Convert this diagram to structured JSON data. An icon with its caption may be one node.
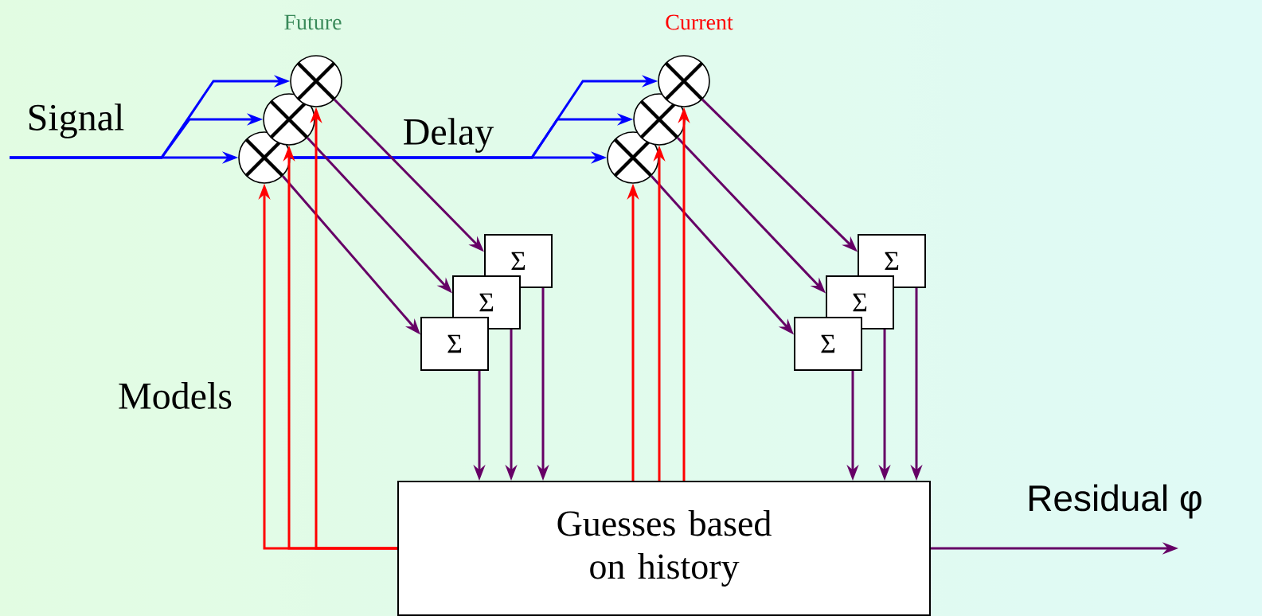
{
  "diagram": {
    "nodes": [
      {
        "text": [],
        "shape": "circle"
      },
      {
        "text": [],
        "shape": "circle"
      },
      {
        "text": [],
        "shape": "circle"
      },
      {
        "text": [],
        "shape": "circle"
      },
      {
        "text": [],
        "shape": "circle"
      },
      {
        "text": [],
        "shape": "circle"
      },
      {
        "text": [
          "Σ"
        ]
      },
      {
        "text": [
          "Σ"
        ]
      },
      {
        "text": [
          "Σ"
        ]
      },
      {
        "text": [
          "Σ"
        ]
      },
      {
        "text": [
          "Σ"
        ]
      },
      {
        "text": [
          "Σ"
        ]
      },
      {
        "text": [
          "Guesses based on history"
        ]
      }
    ],
    "edges": [
      {
        "from": null,
        "to": 2,
        "arrow": "to",
        "color": "#0000ff"
      },
      {
        "from": null,
        "to": 1,
        "arrow": "to",
        "color": "#0000ff"
      },
      {
        "from": null,
        "to": 0,
        "arrow": "to",
        "color": "#0000ff"
      },
      {
        "from": 0,
        "to": 5,
        "arrow": "to",
        "color": "#0000ff"
      },
      {
        "from": 0,
        "to": 4,
        "arrow": "to",
        "color": "#0000ff"
      },
      {
        "from": 0,
        "to": 3,
        "arrow": "to",
        "color": "#0000ff"
      },
      {
        "from": 2,
        "to": 8,
        "arrow": "to"
      },
      {
        "from": 1,
        "to": 7,
        "arrow": "to"
      },
      {
        "from": 0,
        "to": 6,
        "arrow": "to"
      },
      {
        "from": 5,
        "to": 11,
        "arrow": "to"
      },
      {
        "from": 4,
        "to": 10,
        "arrow": "to"
      },
      {
        "from": 3,
        "to": 9,
        "arrow": "to"
      },
      {
        "from": 6,
        "to": 12,
        "arrow": "to"
      },
      {
        "from": 7,
        "to": 12,
        "arrow": "to"
      },
      {
        "from": 8,
        "to": 12,
        "arrow": "to"
      },
      {
        "from": 9,
        "to": 12,
        "arrow": "to"
      },
      {
        "from": 10,
        "to": 12,
        "arrow": "to"
      },
      {
        "from": 11,
        "to": 12,
        "arrow": "to"
      },
      {
        "from": 12,
        "to": 0,
        "arrow": "to",
        "color": "#ff0000"
      },
      {
        "from": 12,
        "to": 1,
        "arrow": "to",
        "color": "#ff0000"
      },
      {
        "from": 12,
        "to": 2,
        "arrow": "to",
        "color": "#ff0000"
      },
      {
        "from": 12,
        "to": 3,
        "arrow": "to",
        "color": "#ff0000"
      },
      {
        "from": 12,
        "to": 4,
        "arrow": "to",
        "color": "#ff0000"
      },
      {
        "from": 12,
        "to": 5,
        "arrow": "to",
        "color": "#ff0000"
      },
      {
        "from": 12,
        "to": null,
        "arrow": "to"
      }
    ],
    "labels": [
      "Future",
      "Current",
      "Signal",
      "Delay",
      "Models",
      "Residual φ"
    ]
  }
}
